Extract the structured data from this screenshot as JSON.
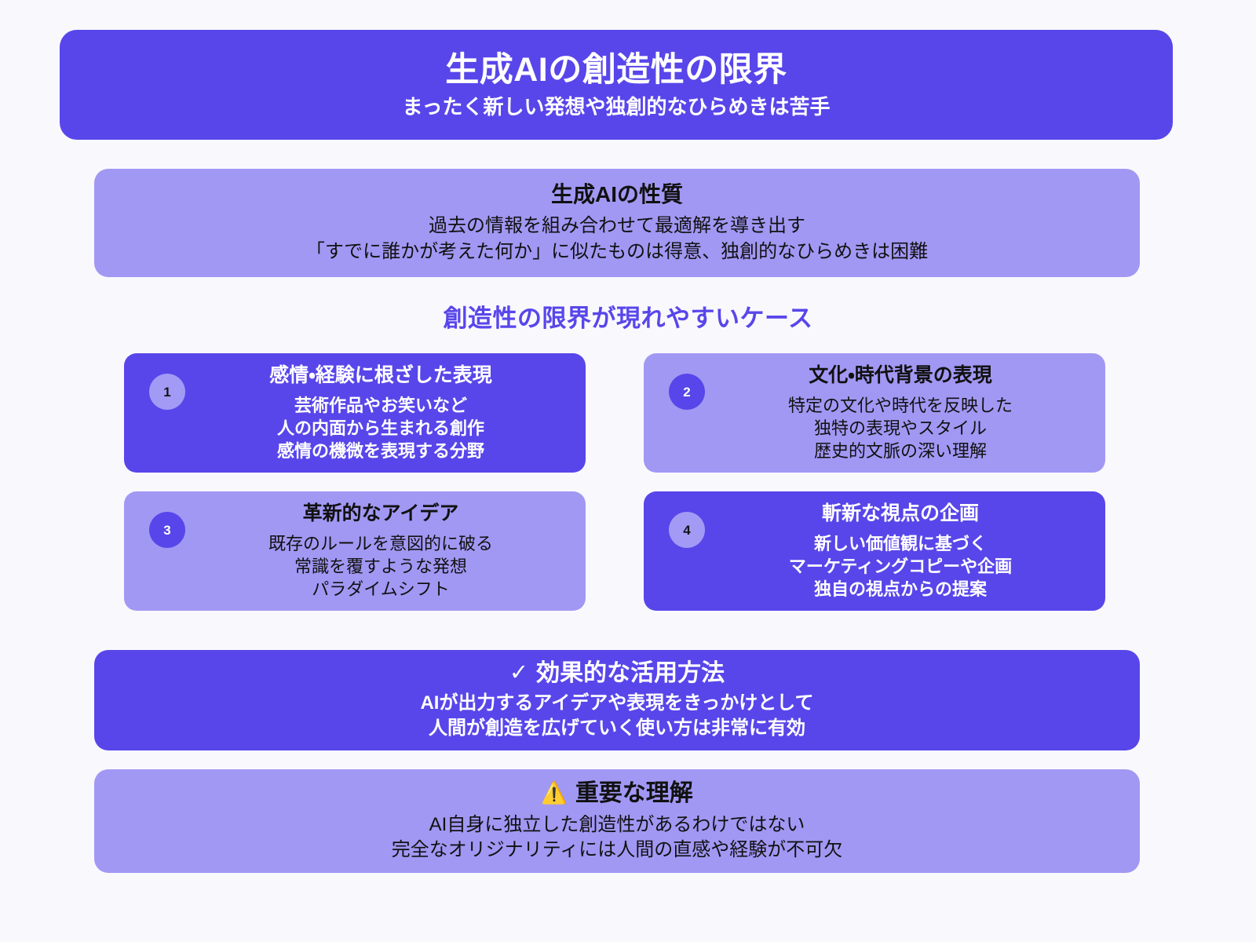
{
  "colors": {
    "background": "#f9f8fd",
    "primary_dark": "#5846ea",
    "primary_light": "#a198f4",
    "text_dark": "#111111",
    "text_light": "#ffffff",
    "warning_yellow": "#ffc107"
  },
  "header": {
    "title": "生成AIの創造性の限界",
    "subtitle": "まったく新しい発想や独創的なひらめきは苦手"
  },
  "nature": {
    "title": "生成AIの性質",
    "line1": "過去の情報を組み合わせて最適解を導き出す",
    "line2": "「すでに誰かが考えた何か」に似たものは得意、独創的なひらめきは困難"
  },
  "cases_section": {
    "heading": "創造性の限界が現れやすいケース",
    "cards": [
      {
        "number": "1",
        "title": "感情・経験に根ざした表現",
        "line1": "芸術作品やお笑いなど",
        "line2": "人の内面から生まれる創作",
        "line3": "感情の機微を表現する分野",
        "style": "dark"
      },
      {
        "number": "2",
        "title": "文化・時代背景の表現",
        "line1": "特定の文化や時代を反映した",
        "line2": "独特の表現やスタイル",
        "line3": "歴史的文脈の深い理解",
        "style": "light"
      },
      {
        "number": "3",
        "title": "革新的なアイデア",
        "line1": "既存のルールを意図的に破る",
        "line2": "常識を覆すような発想",
        "line3": "パラダイムシフト",
        "style": "light"
      },
      {
        "number": "4",
        "title": "斬新な視点の企画",
        "line1": "新しい価値観に基づく",
        "line2": "マーケティングコピーや企画",
        "line3": "独自の視点からの提案",
        "style": "dark"
      }
    ]
  },
  "effective": {
    "icon": "✓",
    "title": "効果的な活用方法",
    "line1": "AIが出力するアイデアや表現をきっかけとして",
    "line2": "人間が創造を広げていく使い方は非常に有効"
  },
  "important": {
    "icon": "⚠️",
    "title": "重要な理解",
    "line1": "AI自身に独立した創造性があるわけではない",
    "line2": "完全なオリジナリティには人間の直感や経験が不可欠"
  }
}
